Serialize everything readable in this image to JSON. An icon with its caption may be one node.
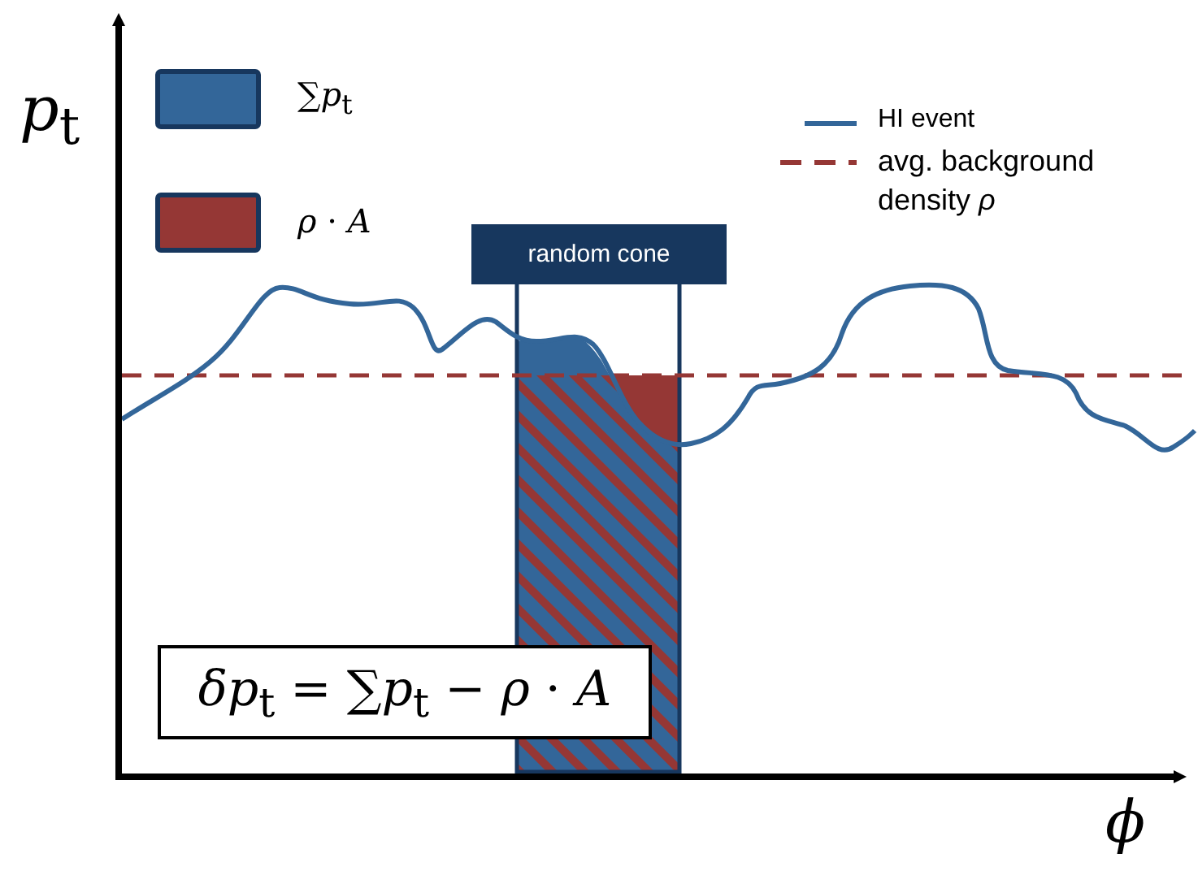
{
  "diagram": {
    "nodes": [
      {
        "text": [
          "random cone"
        ]
      },
      {
        "text": [
          "*δp*$_{t}$ = ∑*p*$_{t}$ − *ρ* · *A*"
        ]
      }
    ],
    "labels": [
      "*p*$_{t}$",
      "*ϕ*"
    ],
    "legend": [
      {
        "text": "∑*p*$_{t}$",
        "color": "#336699"
      },
      {
        "text": "*ρ* · *A*",
        "color": "#953735"
      },
      {
        "text": "HI event"
      },
      {
        "text": "avg. background density *ρ*"
      }
    ]
  }
}
